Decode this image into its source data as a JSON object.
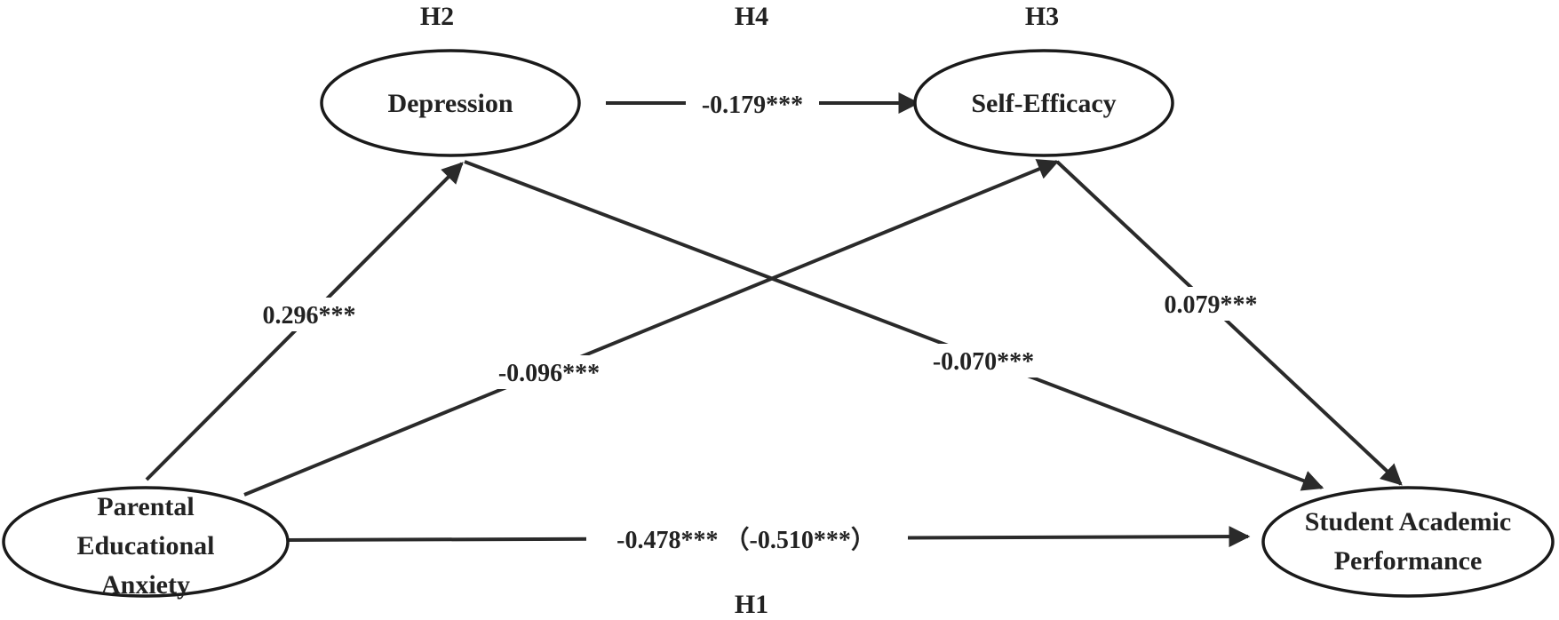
{
  "hypotheses": {
    "h1": "H1",
    "h2": "H2",
    "h3": "H3",
    "h4": "H4"
  },
  "nodes": {
    "anxiety": [
      "Parental",
      "Educational",
      "Anxiety"
    ],
    "depression": [
      "Depression"
    ],
    "self_efficacy": [
      "Self-Efficacy"
    ],
    "performance": [
      "Student Academic",
      "Performance"
    ]
  },
  "paths": {
    "anxiety_to_depression": "0.296***",
    "anxiety_to_self_efficacy": "-0.096***",
    "depression_to_self_efficacy": "-0.179***",
    "depression_to_performance": "-0.070***",
    "self_efficacy_to_performance": "0.079***",
    "anxiety_to_performance": "-0.478*** （-0.510***）"
  },
  "colors": {
    "stroke": "#1a1a1a",
    "text": "#222222",
    "background": "#ffffff"
  }
}
